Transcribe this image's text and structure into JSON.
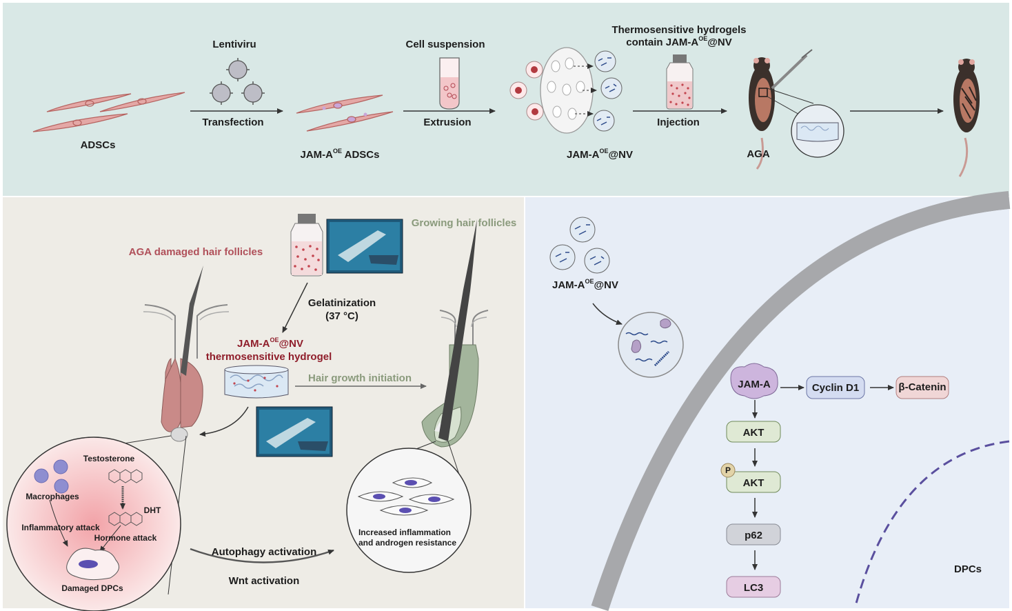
{
  "top": {
    "adscs": "ADSCs",
    "lentivirus": "Lentiviru",
    "transfection": "Transfection",
    "jama_adscs_prefix": "JAM-A",
    "jama_adscs_sup": "OE",
    "jama_adscs_suffix": " ADSCs",
    "cell_suspension": "Cell suspension",
    "extrusion": "Extrusion",
    "nv_prefix": "JAM-A",
    "nv_sup": "OE",
    "nv_suffix": "@NV",
    "hydrogel_line1": "Thermosensitive hydrogels",
    "hydrogel_line2_prefix": "contain JAM-A",
    "hydrogel_line2_sup": "OE",
    "hydrogel_line2_suffix": "@NV",
    "injection": "Injection",
    "aga": "AGA"
  },
  "bottom_left": {
    "aga_damaged": "AGA damaged hair follicles",
    "growing": "Growing hair follicles",
    "gelatinization": "Gelatinization",
    "temperature": "(37 °C)",
    "hydrogel_prefix": "JAM-A",
    "hydrogel_sup": "OE",
    "hydrogel_suffix": "@NV",
    "hydrogel_line2": "thermosensitive hydrogel",
    "hair_growth": "Hair growth initiation",
    "testosterone": "Testosterone",
    "macrophages": "Macrophages",
    "dht": "DHT",
    "inflammatory": "Inflammatory attack",
    "hormone": "Hormone attack",
    "damaged_dpcs": "Damaged DPCs",
    "increased_line1": "Increased inflammation",
    "increased_line2": "and androgen resistance",
    "autophagy": "Autophagy activation",
    "wnt": "Wnt activation"
  },
  "bottom_right": {
    "nv_prefix": "JAM-A",
    "nv_sup": "OE",
    "nv_suffix": "@NV",
    "jam_a": "JAM-A",
    "cyclin": "Cyclin D1",
    "beta_catenin": "β-Catenin",
    "akt": "AKT",
    "p": "P",
    "p_akt": "AKT",
    "p62": "p62",
    "lc3": "LC3",
    "dpcs": "DPCs"
  },
  "colors": {
    "top_bg": "#d9e8e6",
    "bl_bg": "#eeece6",
    "br_bg": "#e7edf6",
    "cell_pink": "#e4a8a6",
    "hydrogel_blue": "#dbe8f4",
    "follicle_red": "#c98a88",
    "follicle_green": "#a3b59c",
    "akt_green": "#dfe9d4",
    "gray_box": "#d1d3d9",
    "lc3_pink": "#e6cde3",
    "cyclin_blue": "#d4dcf1",
    "catenin_pink": "#f0d6d6",
    "jama_purple": "#cdb5dd"
  }
}
